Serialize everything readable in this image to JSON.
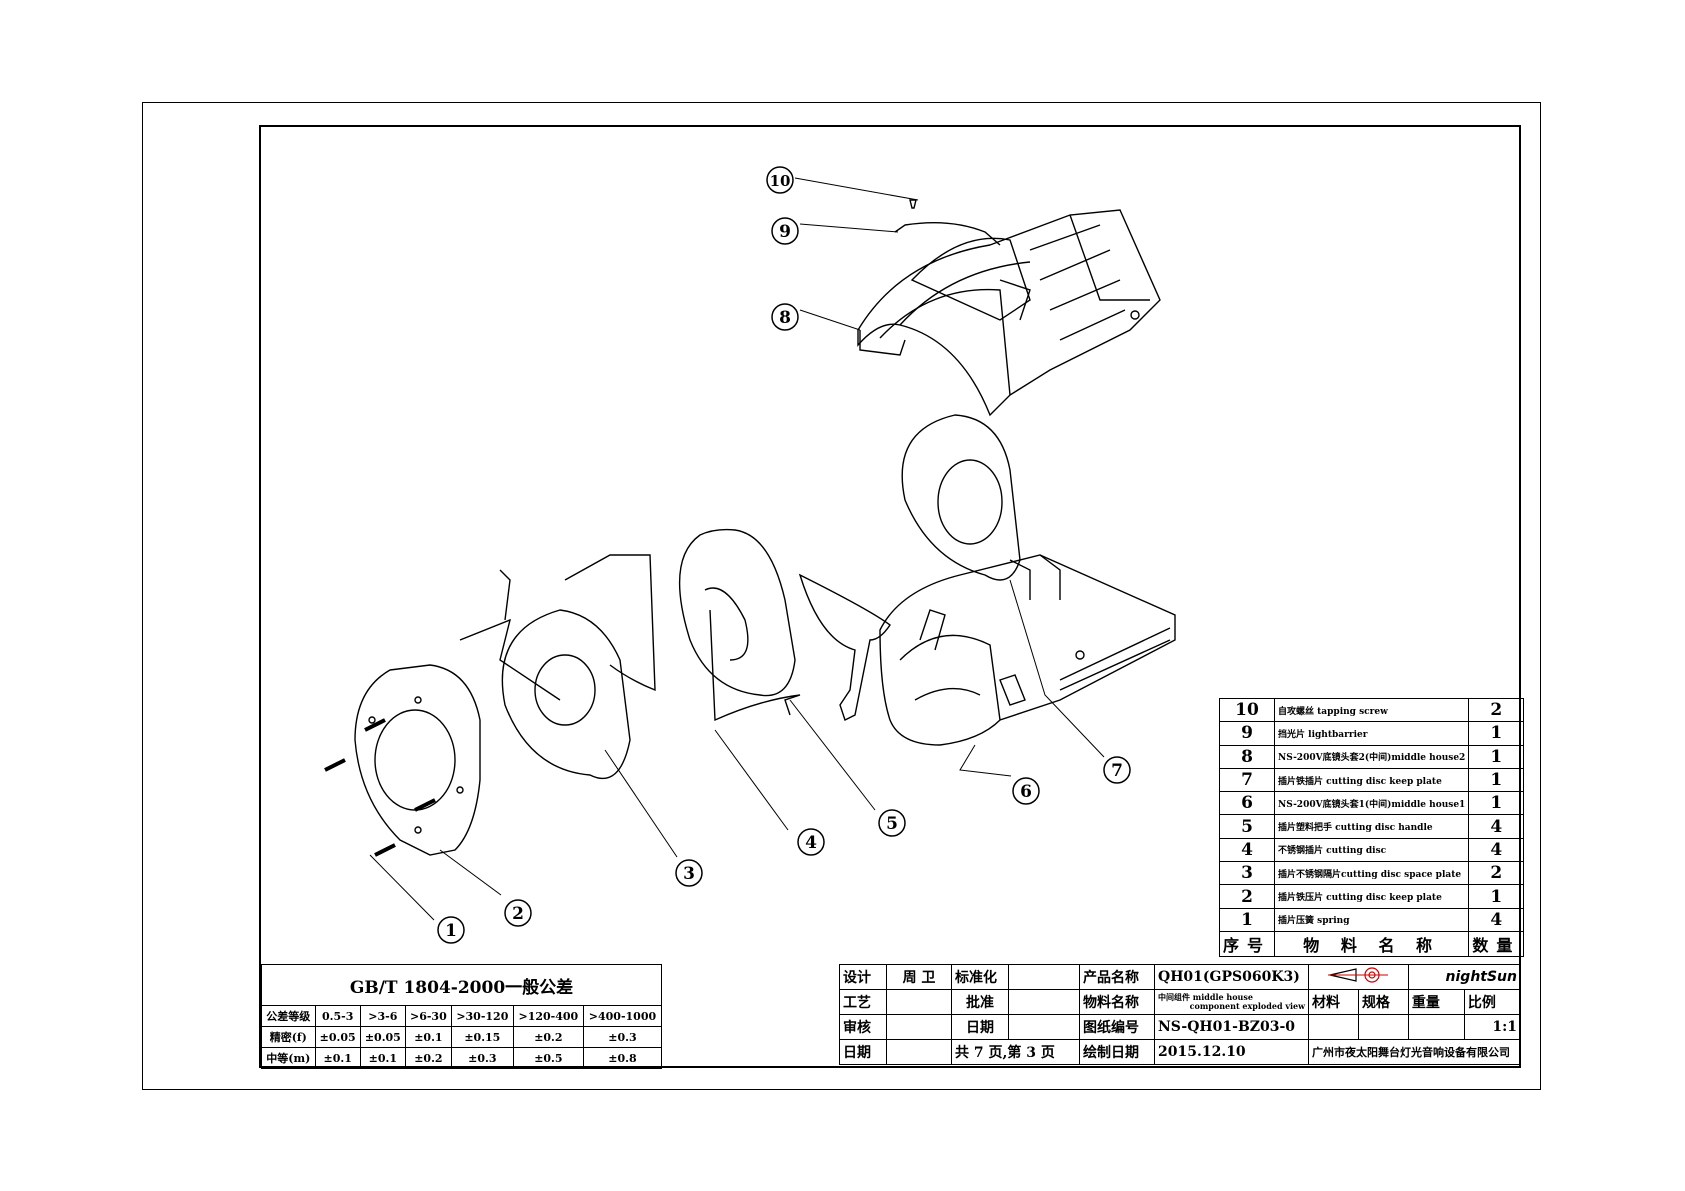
{
  "callouts": [
    "1",
    "2",
    "3",
    "4",
    "5",
    "6",
    "7",
    "8",
    "9",
    "10"
  ],
  "bom": {
    "rows": [
      {
        "no": "10",
        "name": "自攻螺丝 tapping screw",
        "qty": "2"
      },
      {
        "no": "9",
        "name": "挡光片 lightbarrier",
        "qty": "1"
      },
      {
        "no": "8",
        "name": "NS-200V底镜头套2(中间)middle house2",
        "qty": "1"
      },
      {
        "no": "7",
        "name": "插片铁插片 cutting disc keep plate",
        "qty": "1"
      },
      {
        "no": "6",
        "name": "NS-200V底镜头套1(中间)middle house1",
        "qty": "1"
      },
      {
        "no": "5",
        "name": "插片塑料把手 cutting disc handle",
        "qty": "4"
      },
      {
        "no": "4",
        "name": "不锈钢插片 cutting disc",
        "qty": "4"
      },
      {
        "no": "3",
        "name": "插片不锈钢隔片cutting disc space plate",
        "qty": "2"
      },
      {
        "no": "2",
        "name": "插片铁压片 cutting disc keep plate",
        "qty": "1"
      },
      {
        "no": "1",
        "name": "插片压簧 spring",
        "qty": "4"
      }
    ],
    "header": {
      "no": "序号",
      "name": "物 料 名 称",
      "qty": "数量"
    }
  },
  "tolerance": {
    "title": "GB/T 1804-2000一般公差",
    "header": [
      "公差等级",
      "0.5-3",
      ">3-6",
      ">6-30",
      ">30-120",
      ">120-400",
      ">400-1000"
    ],
    "rows": [
      [
        "精密(f)",
        "±0.05",
        "±0.05",
        "±0.1",
        "±0.15",
        "±0.2",
        "±0.3"
      ],
      [
        "中等(m)",
        "±0.1",
        "±0.1",
        "±0.2",
        "±0.3",
        "±0.5",
        "±0.8"
      ]
    ]
  },
  "titleblock": {
    "design_label": "设计",
    "designer": "周 卫",
    "std_label": "标准化",
    "product_label": "产品名称",
    "product_value": "QH01(GPS060K3)",
    "craft_label": "工艺",
    "approve_label": "批准",
    "material_name_label": "物料名称",
    "material_name_value_1": "中间组件 middle house",
    "material_name_value_2": "component exploded view",
    "material_label": "材料",
    "spec_label": "规格",
    "weight_label": "重量",
    "scale_label": "比例",
    "check_label": "审核",
    "date_label": "日期",
    "drawing_no_label": "图纸编号",
    "drawing_no_value": "NS-QH01-BZ03-0",
    "scale_value": "1:1",
    "date_label2": "日期",
    "pages": "共 7 页,第 3 页",
    "draw_date_label": "绘制日期",
    "draw_date_value": "2015.12.10",
    "company": "广州市夜太阳舞台灯光音响设备有限公司",
    "logo": "nightSun"
  }
}
